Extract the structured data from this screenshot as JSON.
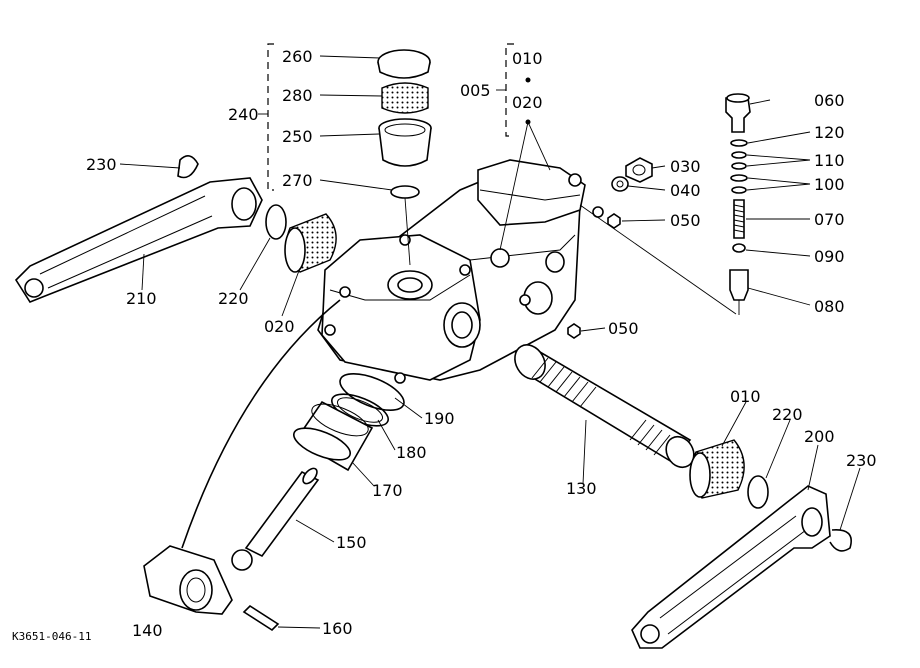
{
  "labels": {
    "l260": "260",
    "l280": "280",
    "l250": "250",
    "l270": "270",
    "l240": "240",
    "l010a": "010",
    "l020a": "020",
    "l005": "005",
    "l060": "060",
    "l120": "120",
    "l110": "110",
    "l100": "100",
    "l070": "070",
    "l090": "090",
    "l080": "080",
    "l030": "030",
    "l040": "040",
    "l050a": "050",
    "l050b": "050",
    "l230a": "230",
    "l210": "210",
    "l220a": "220",
    "l020b": "020",
    "l190": "190",
    "l180": "180",
    "l170": "170",
    "l150": "150",
    "l140": "140",
    "l160": "160",
    "l130": "130",
    "l010b": "010",
    "l220b": "220",
    "l200": "200",
    "l230b": "230"
  },
  "figure_code": "K3651-046-11"
}
